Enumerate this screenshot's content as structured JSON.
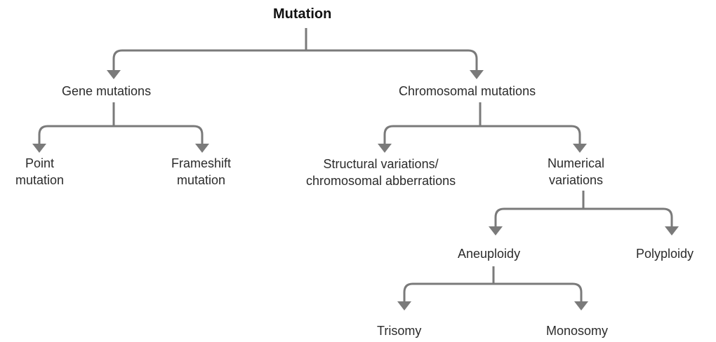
{
  "diagram": {
    "colors": {
      "connector": "#7a7a7a",
      "text": "#2b2b2b",
      "background": "#ffffff"
    },
    "nodes": {
      "mutation": "Mutation",
      "gene_mutations": "Gene mutations",
      "chromosomal_mutations": "Chromosomal mutations",
      "point_mutation": [
        "Point",
        "mutation"
      ],
      "frameshift_mutation": [
        "Frameshift",
        "mutation"
      ],
      "structural_variations": [
        "Structural variations/",
        "chromosomal abberrations"
      ],
      "numerical_variations": [
        "Numerical",
        "variations"
      ],
      "aneuploidy": "Aneuploidy",
      "polyploidy": "Polyploidy",
      "trisomy": "Trisomy",
      "monosomy": "Monosomy"
    },
    "edges": [
      {
        "from": "mutation",
        "to": [
          "gene_mutations",
          "chromosomal_mutations"
        ]
      },
      {
        "from": "gene_mutations",
        "to": [
          "point_mutation",
          "frameshift_mutation"
        ]
      },
      {
        "from": "chromosomal_mutations",
        "to": [
          "structural_variations",
          "numerical_variations"
        ]
      },
      {
        "from": "numerical_variations",
        "to": [
          "aneuploidy",
          "polyploidy"
        ]
      },
      {
        "from": "aneuploidy",
        "to": [
          "trisomy",
          "monosomy"
        ]
      }
    ]
  }
}
